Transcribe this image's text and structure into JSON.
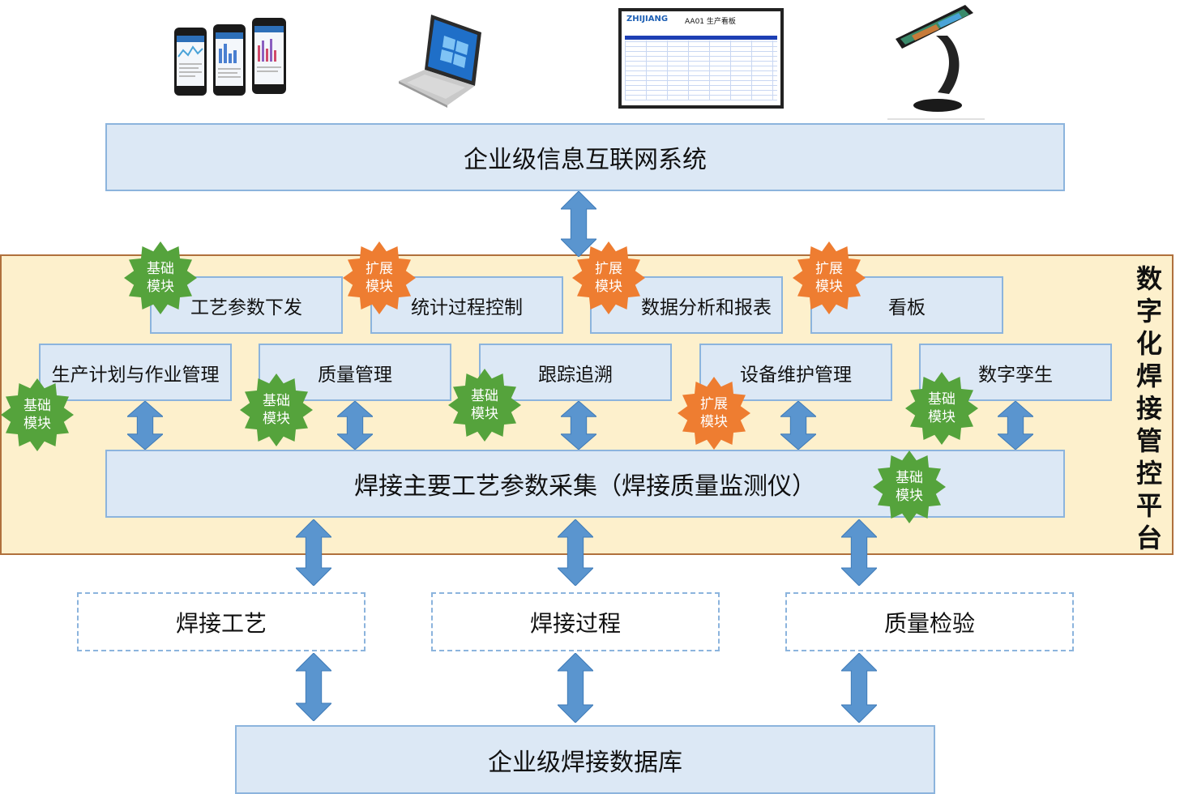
{
  "colors": {
    "box_fill": "#dce8f5",
    "box_border": "#8cb4dd",
    "platform_fill": "#fdf0cc",
    "platform_border": "#b0703c",
    "arrow": "#5a95cf",
    "basic_badge": "#55a33c",
    "extended_badge": "#ee7d31"
  },
  "top": {
    "title": "企业级信息互联网系统",
    "kanban": {
      "brand": "ZHIJIANG",
      "title": "AA01 生产看板"
    }
  },
  "platform": {
    "label_chars": [
      "数",
      "字",
      "化",
      "焊",
      "接",
      "管",
      "控",
      "平",
      "台"
    ],
    "row1": [
      "工艺参数下发",
      "统计过程控制",
      "数据分析和报表",
      "看板"
    ],
    "row2": [
      "生产计划与作业管理",
      "质量管理",
      "跟踪追溯",
      "设备维护管理",
      "数字孪生"
    ],
    "collection": "焊接主要工艺参数采集（焊接质量监测仪）"
  },
  "badges": {
    "basic": [
      "基础",
      "模块"
    ],
    "extended": [
      "扩展",
      "模块"
    ]
  },
  "bottom": {
    "items": [
      "焊接工艺",
      "焊接过程",
      "质量检验"
    ],
    "database": "企业级焊接数据库"
  }
}
